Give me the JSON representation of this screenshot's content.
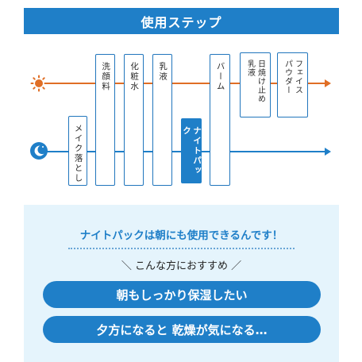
{
  "header": {
    "title": "使用ステップ"
  },
  "steps": {
    "makeup_remover": "メイク落とし",
    "face_wash": "洗顔料",
    "toner": "化粧水",
    "emulsion": "乳液",
    "night_pack": "ナイトパック",
    "balm": "バーム",
    "sunscreen_emulsion": "日焼け止め\n乳液",
    "face_powder": "フェイス\nパウダー"
  },
  "colors": {
    "primary": "#1f7fc8",
    "morning_line": "#e06e25",
    "panel_bg": "#e5f4fc"
  },
  "icons": {
    "morning": "sun-icon",
    "night": "moon-icon"
  },
  "panel": {
    "tagline": "ナイトパックは朝にも使用できるんです！",
    "recommend": "＼ こんな方におすすめ ／",
    "reasons": [
      "朝もしっかり保湿したい",
      "夕方になると 乾燥が気になる…"
    ]
  }
}
